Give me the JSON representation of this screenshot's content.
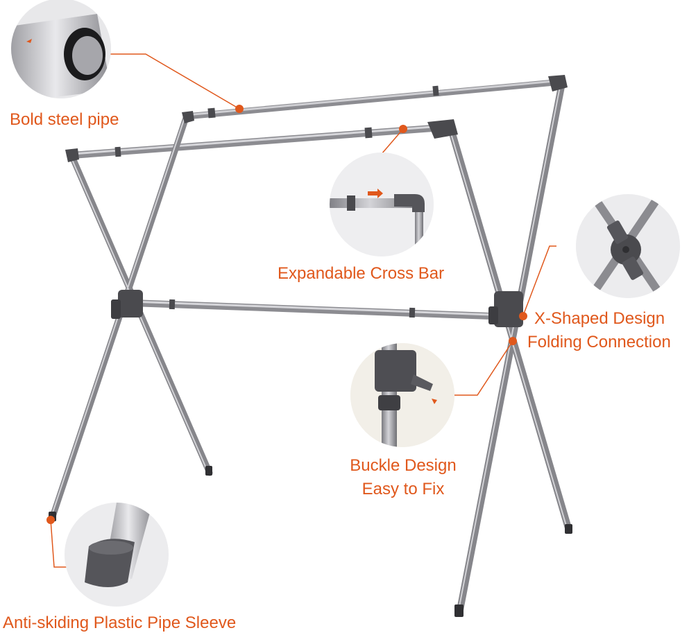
{
  "colors": {
    "accent": "#e0581c",
    "steel": "#a8a8ac",
    "steel_dark": "#6f6f74",
    "joint": "#4a4a4e",
    "bubble_bg": "#f3f3f5"
  },
  "callouts": {
    "bold_steel_pipe": "Bold steel pipe",
    "expandable_cross_bar": "Expandable Cross Bar",
    "x_shaped_design": "X-Shaped Design",
    "folding_connection": "Folding Connection",
    "buckle_design": "Buckle Design",
    "easy_to_fix": "Easy to Fix",
    "anti_skid_sleeve": "Anti-skiding Plastic Pipe Sleeve"
  }
}
